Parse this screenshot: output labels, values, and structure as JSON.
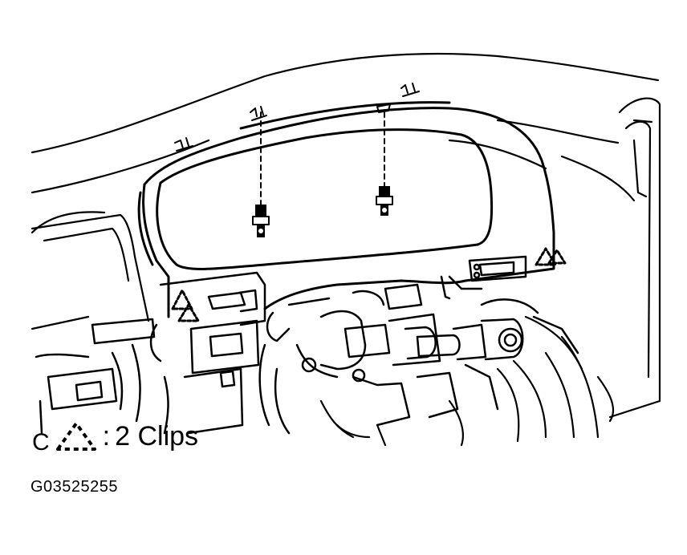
{
  "legend": {
    "letter": "C",
    "separator": ":",
    "text": "2 Clips"
  },
  "figure_id": "G03525255",
  "colors": {
    "ink": "#000000",
    "paper": "#ffffff"
  },
  "icons": {
    "clip_marker": "dashed-triangle-icon",
    "screw": "screw-icon"
  }
}
